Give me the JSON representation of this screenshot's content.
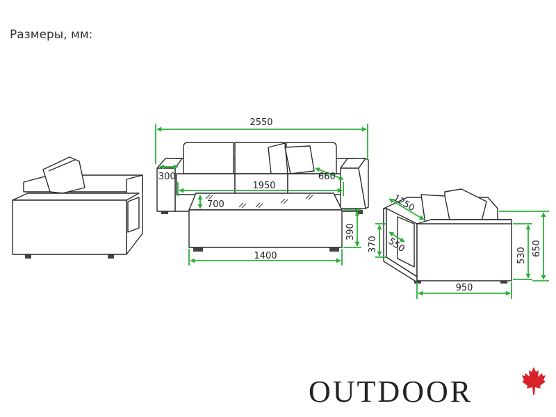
{
  "title": "Размеры, мм:",
  "brand": {
    "name": "OUTDOOR",
    "leaf_color": "#d8232a"
  },
  "colors": {
    "dimension": "#2bb03b",
    "outline": "#2b2b2b"
  },
  "dimensions": {
    "sofa_width": "2550",
    "sofa_arm_width": "300",
    "sofa_seat_width": "1950",
    "sofa_seat_depth": "660",
    "table_depth": "700",
    "table_height": "390",
    "table_length": "1400",
    "chair_depth": "1250",
    "chair_seat_depth": "550",
    "chair_seat_height": "370",
    "chair_arm_height": "530",
    "chair_height": "650",
    "chair_width": "950"
  }
}
